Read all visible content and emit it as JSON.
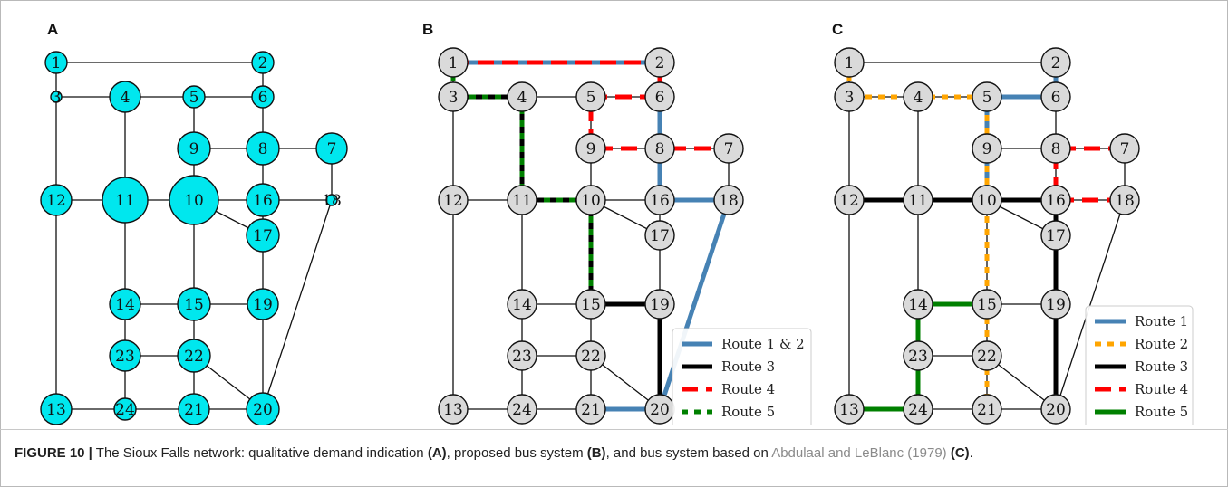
{
  "panels": [
    {
      "id": "A",
      "label": "A",
      "node_fill": "#00e7ee",
      "sized_by_demand": true
    },
    {
      "id": "B",
      "label": "B",
      "node_fill": "#dadada",
      "sized_by_demand": false
    },
    {
      "id": "C",
      "label": "C",
      "node_fill": "#dadada",
      "sized_by_demand": false
    }
  ],
  "nodes": [
    {
      "id": "1",
      "demand": 1
    },
    {
      "id": "2",
      "demand": 1
    },
    {
      "id": "3",
      "demand": 0
    },
    {
      "id": "4",
      "demand": 2
    },
    {
      "id": "5",
      "demand": 1
    },
    {
      "id": "6",
      "demand": 1
    },
    {
      "id": "7",
      "demand": 2
    },
    {
      "id": "8",
      "demand": 3
    },
    {
      "id": "9",
      "demand": 3
    },
    {
      "id": "10",
      "demand": 5
    },
    {
      "id": "11",
      "demand": 4
    },
    {
      "id": "12",
      "demand": 2
    },
    {
      "id": "13",
      "demand": 2
    },
    {
      "id": "14",
      "demand": 2
    },
    {
      "id": "15",
      "demand": 3
    },
    {
      "id": "16",
      "demand": 3
    },
    {
      "id": "17",
      "demand": 3
    },
    {
      "id": "18",
      "demand": 0
    },
    {
      "id": "19",
      "demand": 2
    },
    {
      "id": "20",
      "demand": 3
    },
    {
      "id": "21",
      "demand": 2
    },
    {
      "id": "22",
      "demand": 3
    },
    {
      "id": "23",
      "demand": 2
    },
    {
      "id": "24",
      "demand": 1
    }
  ],
  "links": [
    [
      "1",
      "2"
    ],
    [
      "1",
      "3"
    ],
    [
      "2",
      "6"
    ],
    [
      "3",
      "4"
    ],
    [
      "3",
      "12"
    ],
    [
      "4",
      "5"
    ],
    [
      "4",
      "11"
    ],
    [
      "5",
      "6"
    ],
    [
      "5",
      "9"
    ],
    [
      "6",
      "8"
    ],
    [
      "7",
      "8"
    ],
    [
      "7",
      "18"
    ],
    [
      "8",
      "9"
    ],
    [
      "8",
      "16"
    ],
    [
      "9",
      "10"
    ],
    [
      "10",
      "11"
    ],
    [
      "10",
      "15"
    ],
    [
      "10",
      "16"
    ],
    [
      "10",
      "17"
    ],
    [
      "11",
      "12"
    ],
    [
      "11",
      "14"
    ],
    [
      "12",
      "13"
    ],
    [
      "13",
      "24"
    ],
    [
      "14",
      "15"
    ],
    [
      "14",
      "23"
    ],
    [
      "15",
      "19"
    ],
    [
      "15",
      "22"
    ],
    [
      "16",
      "17"
    ],
    [
      "16",
      "18"
    ],
    [
      "17",
      "19"
    ],
    [
      "18",
      "20"
    ],
    [
      "19",
      "20"
    ],
    [
      "20",
      "21"
    ],
    [
      "20",
      "22"
    ],
    [
      "21",
      "22"
    ],
    [
      "21",
      "24"
    ],
    [
      "22",
      "23"
    ],
    [
      "23",
      "24"
    ]
  ],
  "route_styles": {
    "route12": {
      "color": "#4682b4",
      "dash": "none"
    },
    "route1": {
      "color": "#4682b4",
      "dash": "none"
    },
    "route2": {
      "color": "#ffa500",
      "dash": "dotted"
    },
    "route3": {
      "color": "#000000",
      "dash": "none"
    },
    "route4": {
      "color": "#ff0000",
      "dash": "dashed"
    },
    "route5": {
      "color": "#008000",
      "dash": "none"
    },
    "route5b": {
      "color": "#008000",
      "dash": "dotted"
    }
  },
  "panel_B": {
    "routes": [
      {
        "style": "route12",
        "path": [
          "1",
          "2",
          "6",
          "8",
          "16",
          "18",
          "20",
          "21"
        ]
      },
      {
        "style": "route4",
        "path": [
          "1",
          "2",
          "6",
          "5",
          "9",
          "8",
          "7"
        ]
      },
      {
        "style": "route3",
        "path": [
          "3",
          "4",
          "11",
          "10",
          "15",
          "19",
          "20"
        ]
      },
      {
        "style": "route5b",
        "path": [
          "1",
          "3",
          "4",
          "11",
          "10",
          "15"
        ]
      }
    ],
    "legend": [
      {
        "style": "route12",
        "label": "Route 1 & 2"
      },
      {
        "style": "route3",
        "label": "Route 3"
      },
      {
        "style": "route4",
        "label": "Route 4"
      },
      {
        "style": "route5b",
        "label": "Route 5"
      }
    ]
  },
  "panel_C": {
    "routes": [
      {
        "style": "route1",
        "path": [
          "2",
          "6",
          "5",
          "9",
          "10"
        ]
      },
      {
        "style": "route2",
        "path": [
          "1",
          "3",
          "4",
          "5",
          "9",
          "10",
          "15",
          "22",
          "21"
        ]
      },
      {
        "style": "route3",
        "path": [
          "12",
          "11",
          "10",
          "16",
          "17",
          "19",
          "20"
        ]
      },
      {
        "style": "route4",
        "path": [
          "7",
          "8",
          "16",
          "18"
        ]
      },
      {
        "style": "route5",
        "path": [
          "13",
          "24",
          "23",
          "14",
          "15"
        ]
      }
    ],
    "legend": [
      {
        "style": "route1",
        "label": "Route 1"
      },
      {
        "style": "route2",
        "label": "Route 2"
      },
      {
        "style": "route3",
        "label": "Route 3"
      },
      {
        "style": "route4",
        "label": "Route 4"
      },
      {
        "style": "route5",
        "label": "Route 5"
      }
    ]
  },
  "caption": {
    "fig_label": "FIGURE 10 |",
    "text1": " The Sioux Falls network: qualitative demand indication ",
    "ref_a": "(A)",
    "text2": ", proposed bus system ",
    "ref_b": "(B)",
    "text3": ", and bus system based on ",
    "citation": "Abdulaal and LeBlanc (1979)",
    "text4": " ",
    "ref_c": "(C)",
    "text5": "."
  }
}
